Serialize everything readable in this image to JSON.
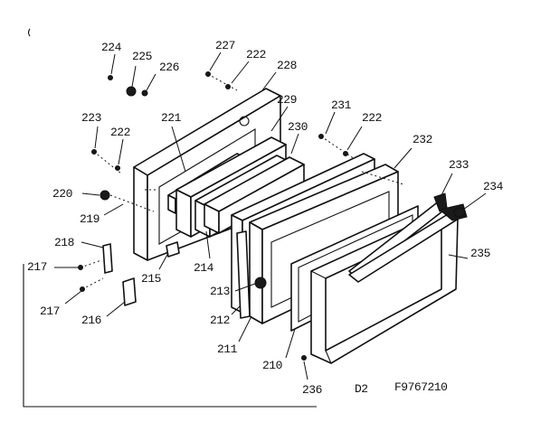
{
  "labels": {
    "p224": "224",
    "p225": "225",
    "p226": "226",
    "p227": "227",
    "p222a": "222",
    "p228": "228",
    "p223": "223",
    "p222b": "222",
    "p221": "221",
    "p229": "229",
    "p231": "231",
    "p222c": "222",
    "p230": "230",
    "p232": "232",
    "p233": "233",
    "p234": "234",
    "p220": "220",
    "p219": "219",
    "p218": "218",
    "p217a": "217",
    "p214": "214",
    "p215": "215",
    "p235": "235",
    "p213": "213",
    "p217b": "217",
    "p216": "216",
    "p212": "212",
    "p211": "211",
    "p210": "210",
    "p236": "236",
    "diagram_code": "D2",
    "part_number": "F9767210"
  }
}
